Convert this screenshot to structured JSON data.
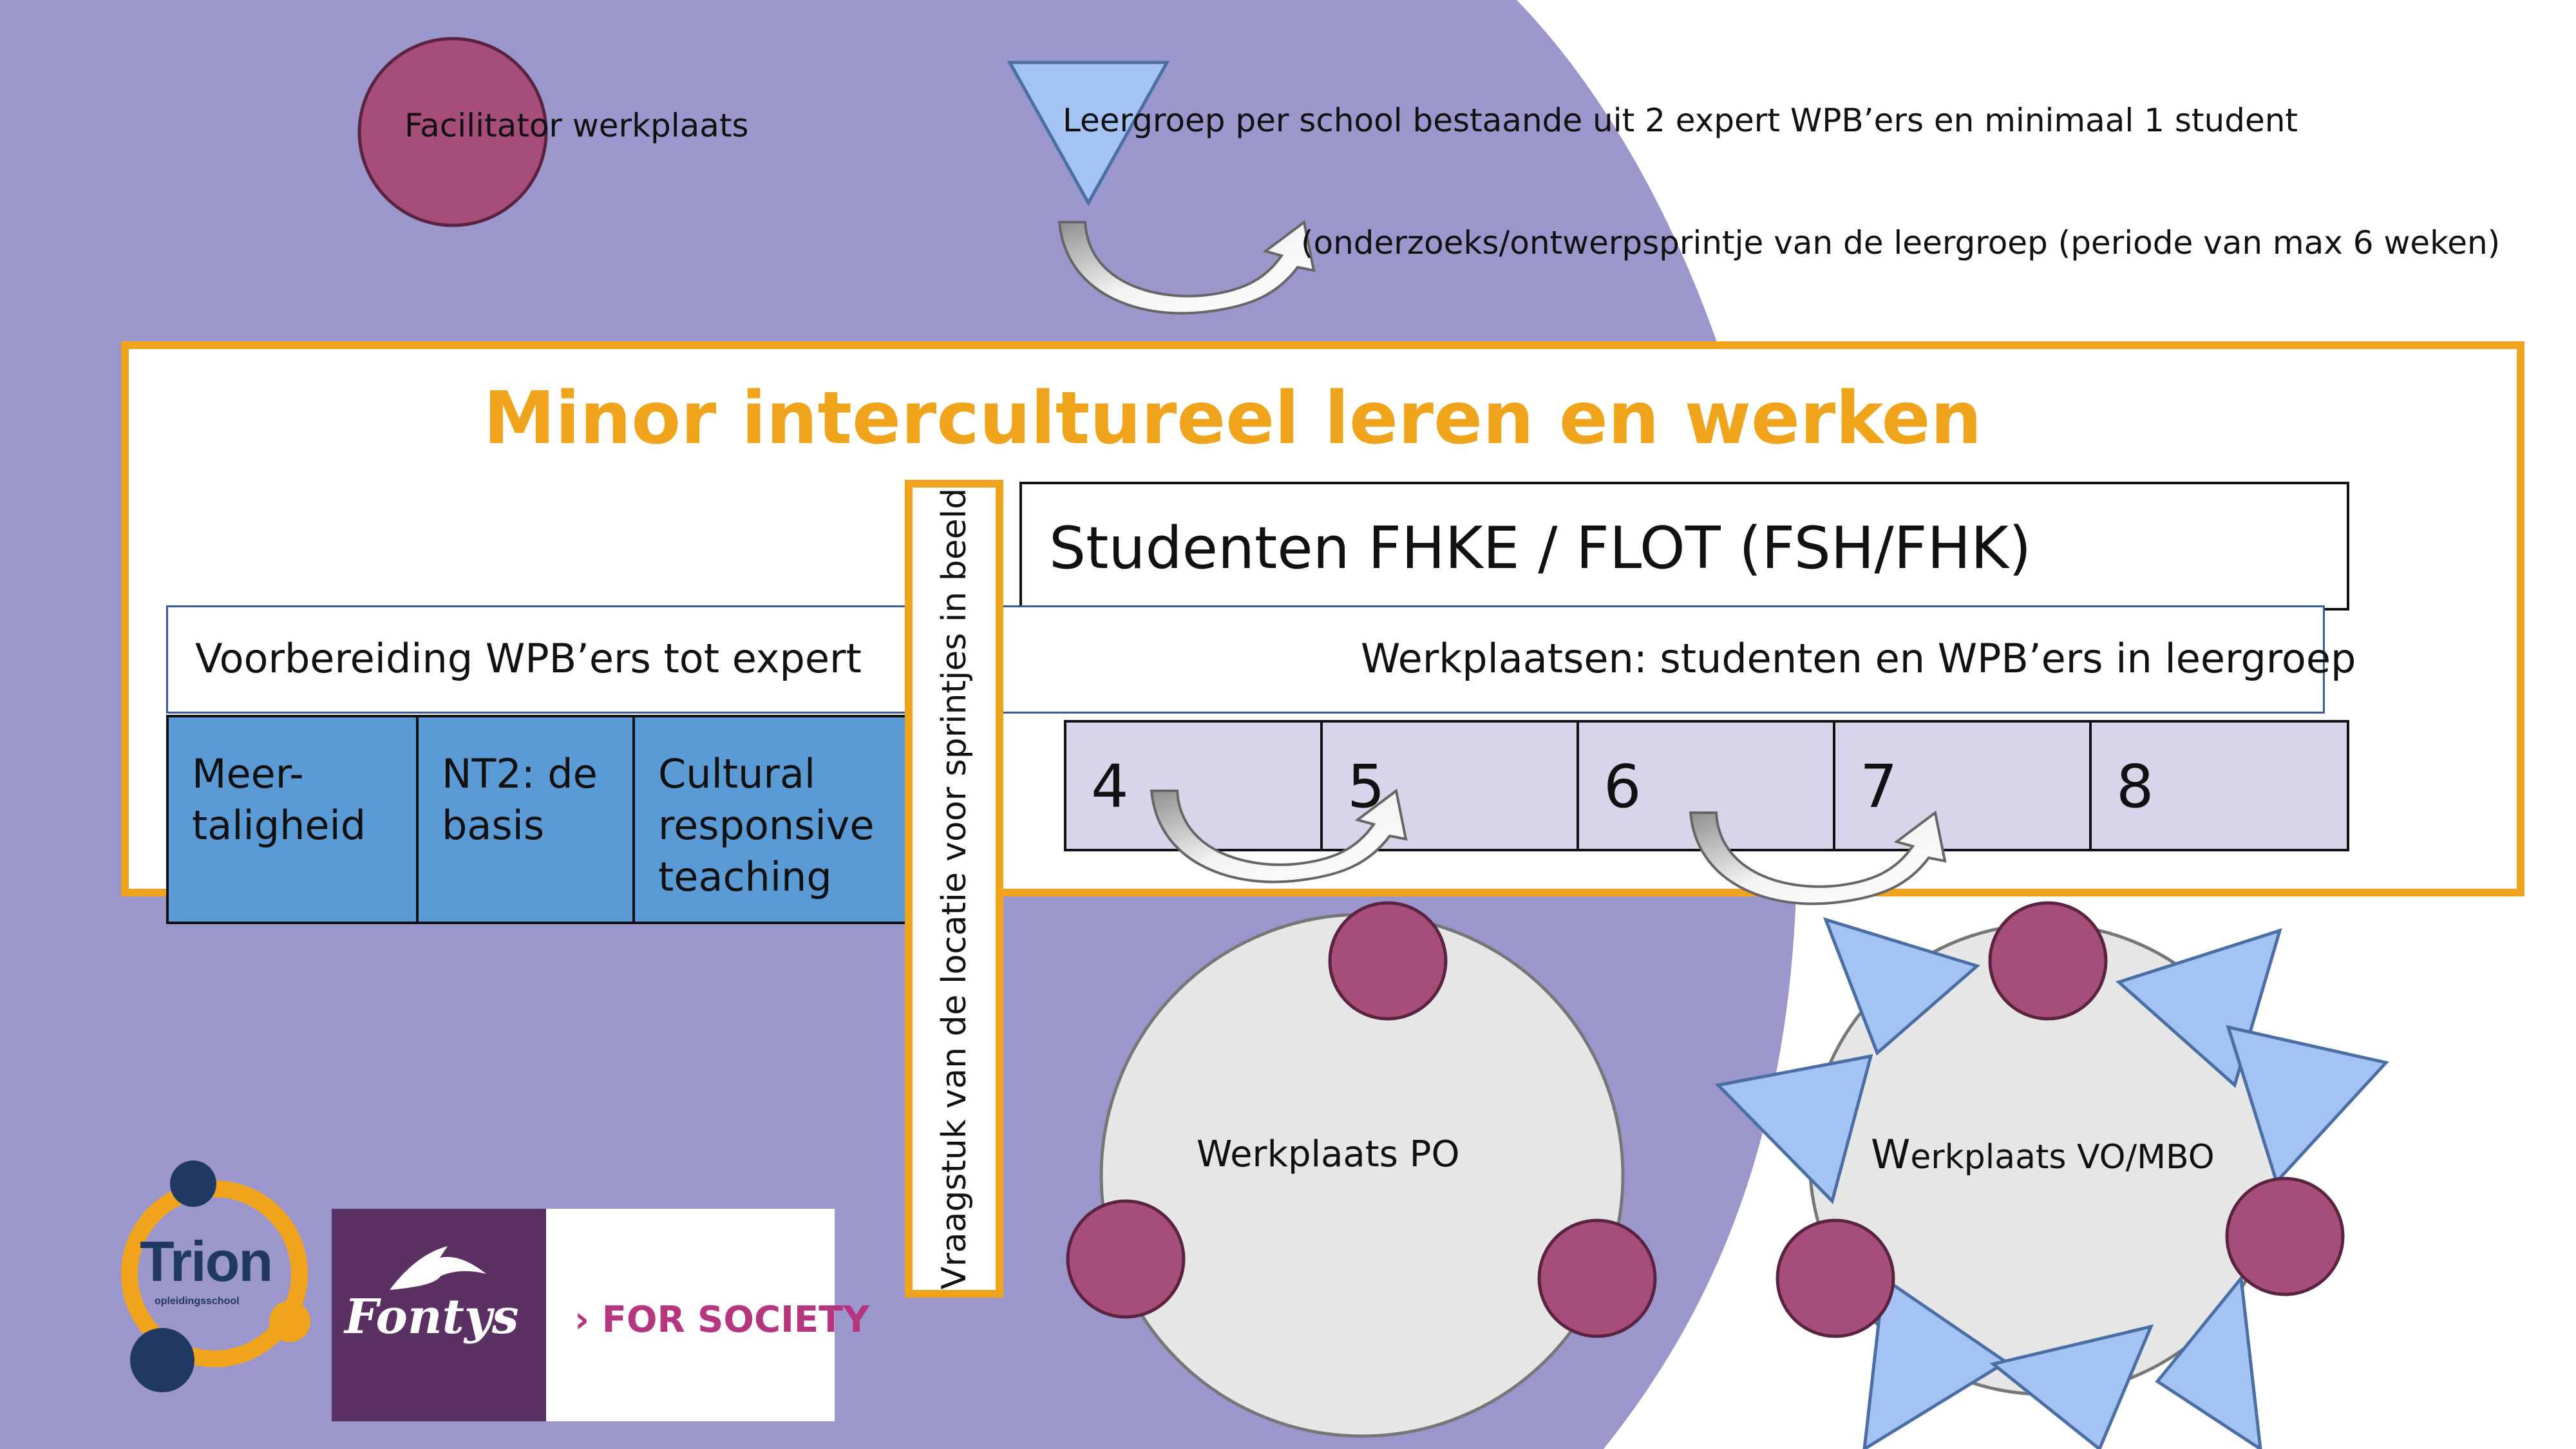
{
  "colors": {
    "background_purple": "#9b97cc",
    "accent_orange": "#f0a41c",
    "title_orange": "#f0a41c",
    "facilitator_circle": "#a64d79",
    "triangle_blue": "#a4c2f4",
    "cell_blue": "#5b9bd5",
    "cell_lavender": "#d9d4ea",
    "circle_grey": "#e6e6e6",
    "fontys_purple": "#5b3063",
    "for_society_pink": "#b5357f",
    "trion_navy": "#1f3864"
  },
  "legend": {
    "facilitator": "Facilitator werkplaats",
    "learning_group": "Leergroep per school bestaande uit 2 expert WPB’ers en minimaal 1 student",
    "sprint": "(onderzoeks/ontwerpsprintje van de leergroep (periode van max 6 weken)"
  },
  "main": {
    "title": "Minor intercultureel leren en werken",
    "students": "Studenten FHKE / FLOT (FSH/FHK)",
    "preparation": "Voorbereiding WPB’ers tot expert",
    "workshops": "Werkplaatsen: studenten en WPB’ers in leergroep",
    "vertical": "Vraagstuk van de locatie voor sprintjes in beeld",
    "prep_cells": [
      "Meer-\ntaligheid",
      "NT2: de\nbasis",
      "Cultural\nresponsive\nteaching"
    ],
    "weeks": [
      "4",
      "5",
      "6",
      "7",
      "8"
    ]
  },
  "workplaces": {
    "po": "Werkplaats PO",
    "vo_first_letter": "W",
    "vo_rest": "erkplaats VO/MBO"
  },
  "logos": {
    "trion": "Trion",
    "trion_sub": "opleidingsschool",
    "fontys": "Fontys",
    "for_society": "FOR SOCIETY"
  },
  "icons": {
    "facilitator": "circle-icon",
    "learning_group": "triangle-icon",
    "sprint": "curved-arrow-icon",
    "for_society_chevron": "chevron-right-icon"
  }
}
